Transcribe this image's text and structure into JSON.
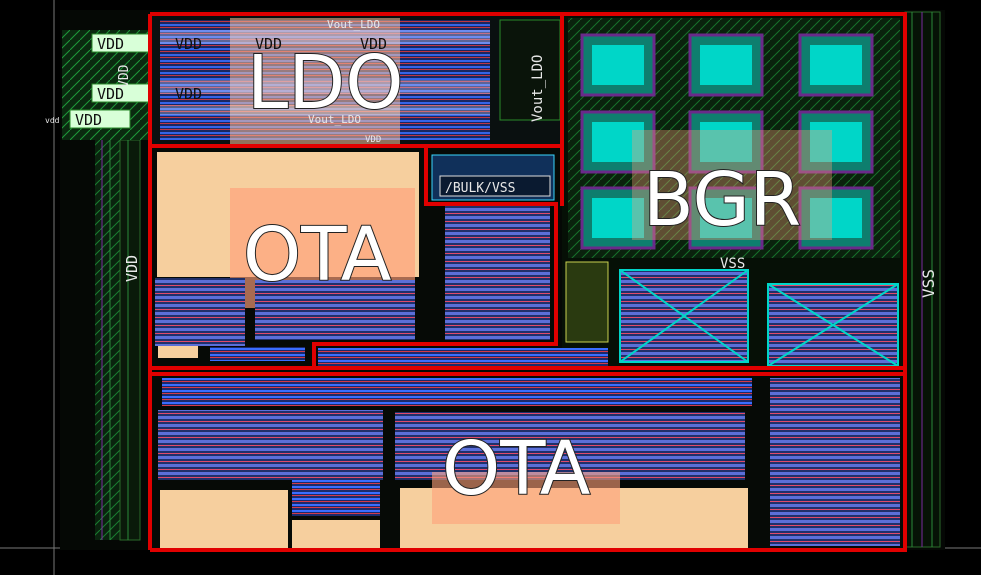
{
  "blocks": {
    "ldo": "LDO",
    "ota_top": "OTA",
    "bgr": "BGR",
    "ota_bottom": "OTA"
  },
  "pins": {
    "vdd": "VDD",
    "vdd_small": "vdd",
    "vss": "VSS",
    "vout_ldo": "Vout_LDO",
    "vout_ldo_lower": "Vout_LDO",
    "vout_ldo_vertical": "Vout_LDO",
    "bulk": "/BULK/VSS",
    "vpp": "VDD"
  },
  "colors": {
    "boundary": "#e00000",
    "pad": "#f6cf9e",
    "poly": "#3a7dff",
    "metal": "#1e9a3a",
    "diffusion": "#00d6c8",
    "highlight": "#ffc39a"
  }
}
